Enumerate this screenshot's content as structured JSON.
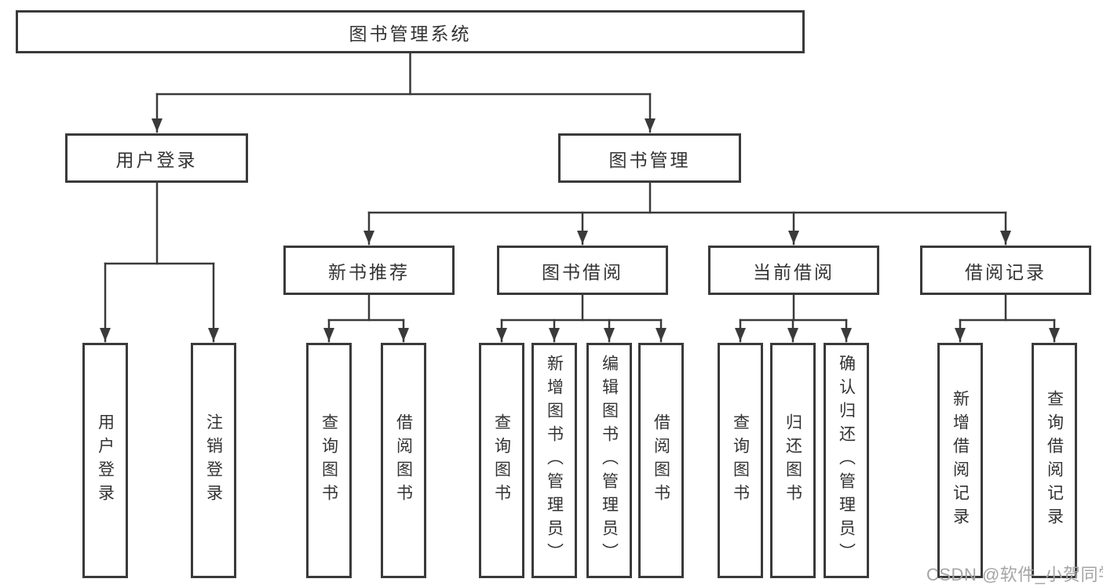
{
  "diagram": {
    "title": "图书管理系统",
    "branches": [
      {
        "label": "用户登录",
        "children": [
          {
            "label": "用户登录"
          },
          {
            "label": "注销登录"
          }
        ]
      },
      {
        "label": "图书管理",
        "children": [
          {
            "label": "新书推荐",
            "children": [
              {
                "label": "查询图书"
              },
              {
                "label": "借阅图书"
              }
            ]
          },
          {
            "label": "图书借阅",
            "children": [
              {
                "label": "查询图书"
              },
              {
                "label": "新增图书（管理员）"
              },
              {
                "label": "编辑图书（管理员）"
              },
              {
                "label": "借阅图书"
              }
            ]
          },
          {
            "label": "当前借阅",
            "children": [
              {
                "label": "查询图书"
              },
              {
                "label": "归还图书"
              },
              {
                "label": "确认归还（管理员）"
              }
            ]
          },
          {
            "label": "借阅记录",
            "children": [
              {
                "label": "新增借阅记录"
              },
              {
                "label": "查询借阅记录"
              }
            ]
          }
        ]
      }
    ]
  },
  "watermark": {
    "text": "CSDN @软件_小贺同学"
  },
  "colors": {
    "line": "#3a3a3a",
    "text": "#333333",
    "background": "#ffffff",
    "watermark": "#a5a5a5"
  }
}
